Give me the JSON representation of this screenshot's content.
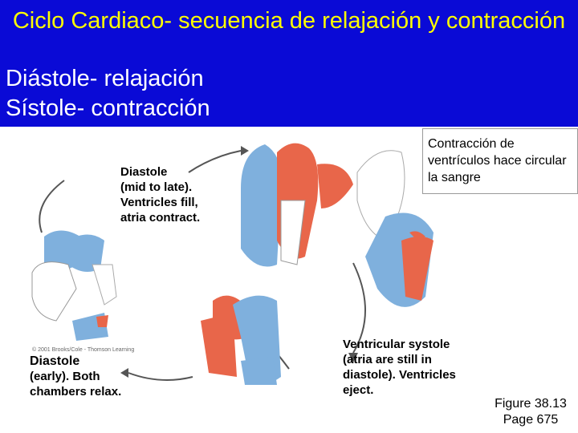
{
  "header": {
    "title": "Ciclo Cardiaco- secuencia de relajación y contracción",
    "line1": "Diástole- relajación",
    "line2": "Sístole- contracción"
  },
  "callout": "Contracción de ventrículos hace circular la sangre",
  "labels": {
    "mid_title": "Diastole",
    "mid_body": "(mid to late). Ventricles fill, atria contract.",
    "early_title": "Diastole",
    "early_body": "(early). Both chambers relax.",
    "systole": "Ventricular systole (atria are still in diastole). Ventricles eject."
  },
  "copyright": "© 2001 Brooks/Cole - Thomson Learning",
  "figure": {
    "line1": "Figure 38.13",
    "line2": "Page 675"
  },
  "colors": {
    "header_bg": "#0a0ad6",
    "title": "#ffff00",
    "subtitle": "#ffffff",
    "oxygenated": "#e8664a",
    "deoxygenated": "#7fb0dd",
    "arrow": "#555555"
  }
}
